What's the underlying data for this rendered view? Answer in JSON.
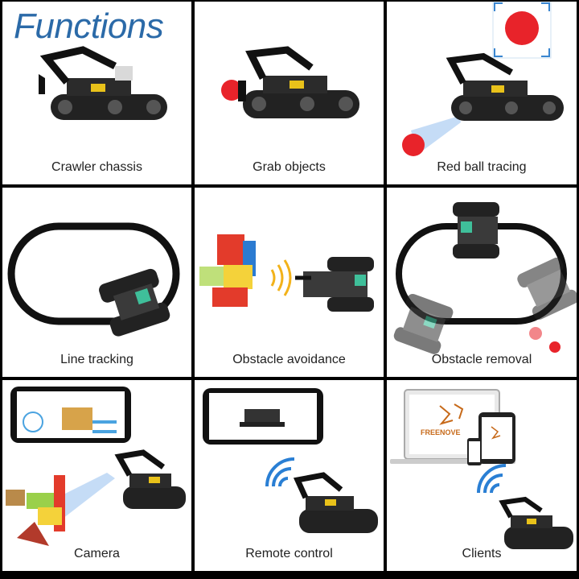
{
  "header": {
    "title": "Functions"
  },
  "cells": [
    {
      "label": "Crawler chassis",
      "icon": "robot-arm-tank-icon"
    },
    {
      "label": "Grab objects",
      "icon": "robot-grab-ball-icon"
    },
    {
      "label": "Red ball tracing",
      "icon": "ball-tracing-icon"
    },
    {
      "label": "Line tracking",
      "icon": "line-track-icon"
    },
    {
      "label": "Obstacle avoidance",
      "icon": "obstacle-avoid-icon"
    },
    {
      "label": "Obstacle removal",
      "icon": "obstacle-removal-icon"
    },
    {
      "label": "Camera",
      "icon": "camera-icon"
    },
    {
      "label": "Remote control",
      "icon": "remote-control-icon"
    },
    {
      "label": "Clients",
      "icon": "clients-icon"
    }
  ],
  "clients": {
    "brand": "FREENOVE"
  },
  "colors": {
    "title": "#2b6aa8",
    "ball": "#e8232a",
    "wifi": "#2a7fd4",
    "robot": "#1a1a1a"
  }
}
